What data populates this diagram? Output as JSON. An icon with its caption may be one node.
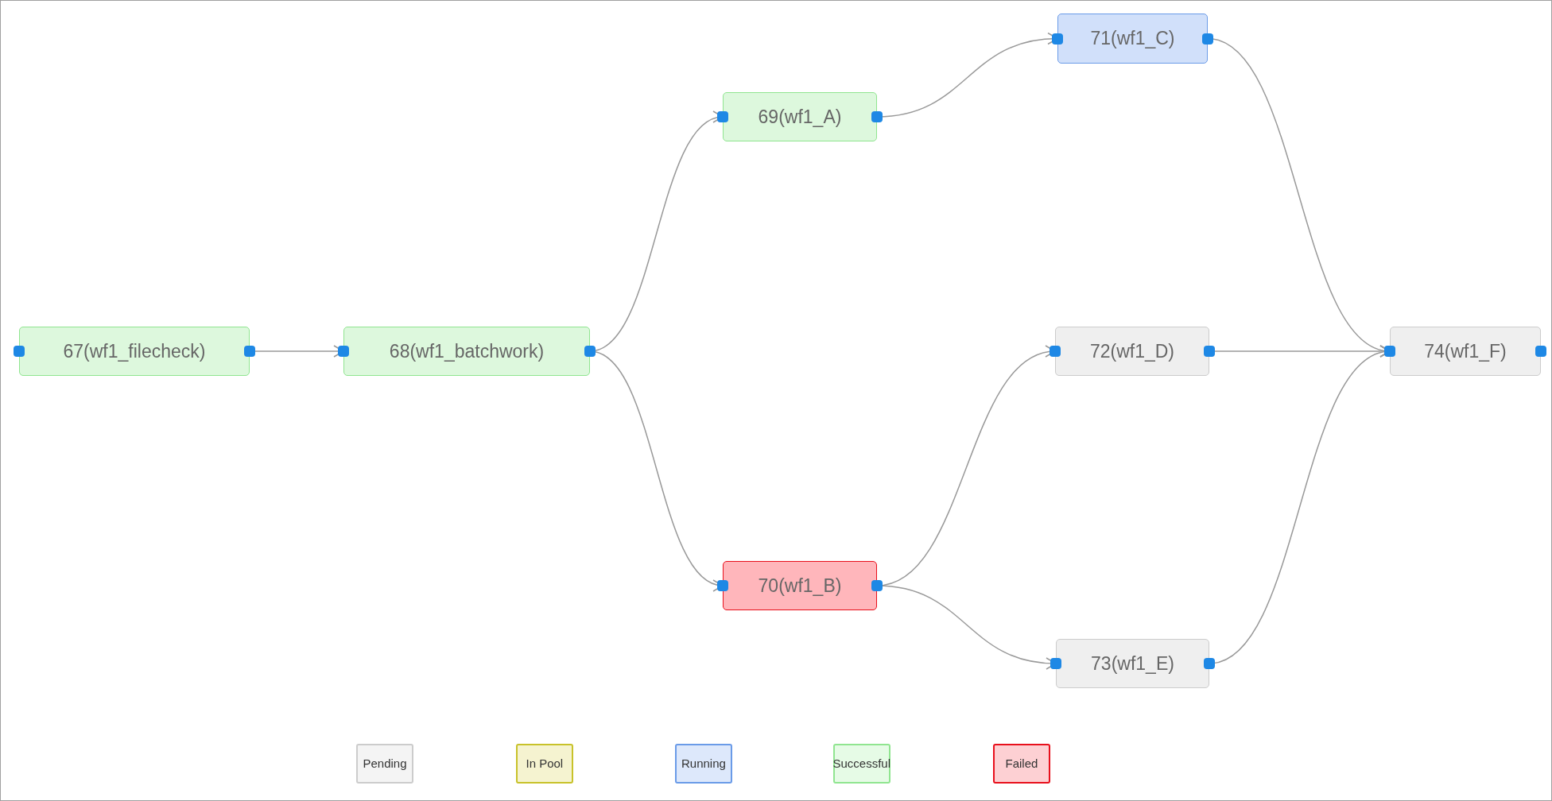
{
  "diagram": {
    "nodes": [
      {
        "text": [
          "67(wf1_filecheck)"
        ]
      },
      {
        "text": [
          "68(wf1_batchwork)"
        ]
      },
      {
        "text": [
          "69(wf1_A)"
        ]
      },
      {
        "text": [
          "70(wf1_B)"
        ]
      },
      {
        "text": [
          "71(wf1_C)"
        ]
      },
      {
        "text": [
          "72(wf1_D)"
        ]
      },
      {
        "text": [
          "73(wf1_E)"
        ]
      },
      {
        "text": [
          "74(wf1_F)"
        ]
      }
    ],
    "edges": [
      {
        "from": 0,
        "to": 1,
        "arrow": "to"
      },
      {
        "from": 1,
        "to": 2,
        "arrow": "to"
      },
      {
        "from": 1,
        "to": 3,
        "arrow": "to"
      },
      {
        "from": 2,
        "to": 4,
        "arrow": "to"
      },
      {
        "from": 3,
        "to": 5,
        "arrow": "to"
      },
      {
        "from": 3,
        "to": 6,
        "arrow": "to"
      },
      {
        "from": 4,
        "to": 7,
        "arrow": "to"
      },
      {
        "from": 5,
        "to": 7,
        "arrow": "to"
      },
      {
        "from": 6,
        "to": 7,
        "arrow": "to"
      }
    ],
    "legend": [
      {
        "text": "Pending",
        "color": "#f4f4f4"
      },
      {
        "text": "In Pool",
        "color": "#f5f3d0"
      },
      {
        "text": "Running",
        "color": "#dde8fb"
      },
      {
        "text": "Successful",
        "color": "#e6fbe6"
      },
      {
        "text": "Failed",
        "color": "#fdd0d3"
      }
    ]
  }
}
